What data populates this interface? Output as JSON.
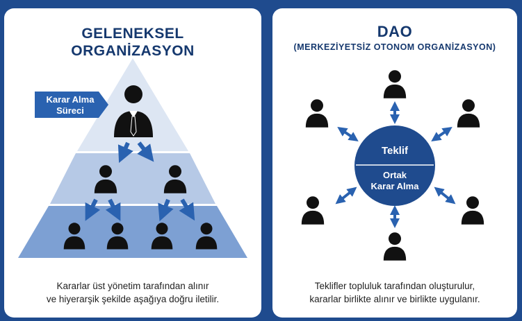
{
  "left": {
    "title_line1": "GELENEKSEL",
    "title_line2": "ORGANİZASYON",
    "label_line1": "Karar Alma",
    "label_line2": "Süreci",
    "caption_line1": "Kararlar üst yönetim tarafından alınır",
    "caption_line2": "ve hiyerarşik şekilde aşağıya doğru iletilir."
  },
  "right": {
    "title": "DAO",
    "subtitle": "(MERKEZİYETSİZ OTONOM ORGANİZASYON)",
    "center_top": "Teklif",
    "center_bottom_line1": "Ortak",
    "center_bottom_line2": "Karar Alma",
    "caption_line1": "Teklifler topluluk tarafından oluşturulur,",
    "caption_line2": "kararlar birlikte alınır ve birlikte uygulanır."
  },
  "colors": {
    "background": "#1f4b8e",
    "accent": "#2a62b0",
    "navy": "#15386e",
    "tier_top": "#dde6f3",
    "tier_middle": "#b6c9e6",
    "tier_bottom": "#7da0d3",
    "person": "#111111"
  },
  "icons": [
    "person-icon",
    "manager-icon",
    "arrow-down-icon",
    "double-arrow-icon"
  ]
}
